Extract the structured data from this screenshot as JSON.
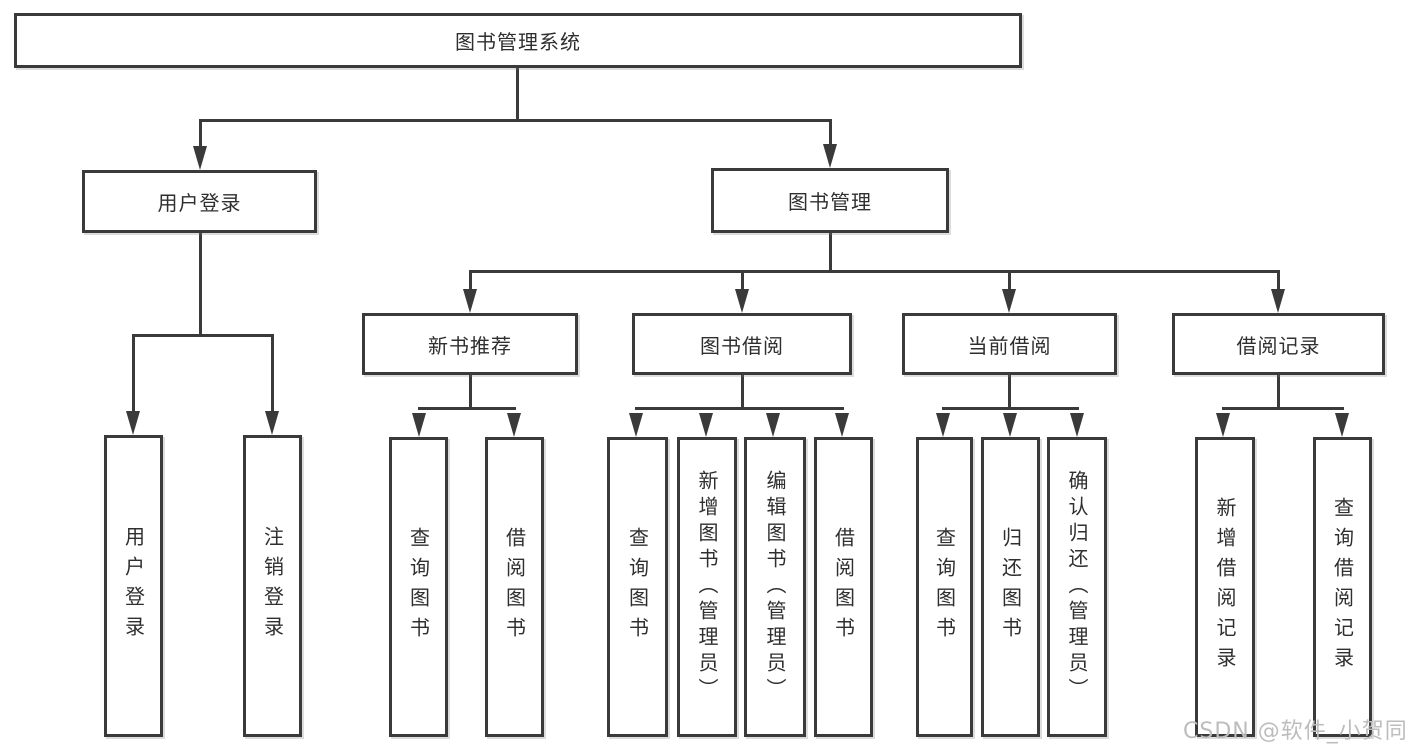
{
  "tree": {
    "root": {
      "label": "图书管理系统"
    },
    "user_login": {
      "label": "用户登录",
      "children": [
        {
          "label": "用户登录"
        },
        {
          "label": "注销登录"
        }
      ]
    },
    "book_mgmt": {
      "label": "图书管理"
    },
    "new_book_rec": {
      "label": "新书推荐",
      "children": [
        {
          "label": "查询图书"
        },
        {
          "label": "借阅图书"
        }
      ]
    },
    "book_borrow": {
      "label": "图书借阅",
      "children": [
        {
          "label": "查询图书"
        },
        {
          "label": "新增图书（管理员）"
        },
        {
          "label": "编辑图书（管理员）"
        },
        {
          "label": "借阅图书"
        }
      ]
    },
    "current_borrow": {
      "label": "当前借阅",
      "children": [
        {
          "label": "查询图书"
        },
        {
          "label": "归还图书"
        },
        {
          "label": "确认归还（管理员）"
        }
      ]
    },
    "borrow_records": {
      "label": "借阅记录",
      "children": [
        {
          "label": "新增借阅记录"
        },
        {
          "label": "查询借阅记录"
        }
      ]
    }
  },
  "watermark": {
    "text": "CSDN @软件_小贺同学"
  },
  "colors": {
    "line": "#3a3a3a",
    "text": "#2f2f2f",
    "watermark": "#bdbdbd",
    "background": "#ffffff"
  }
}
